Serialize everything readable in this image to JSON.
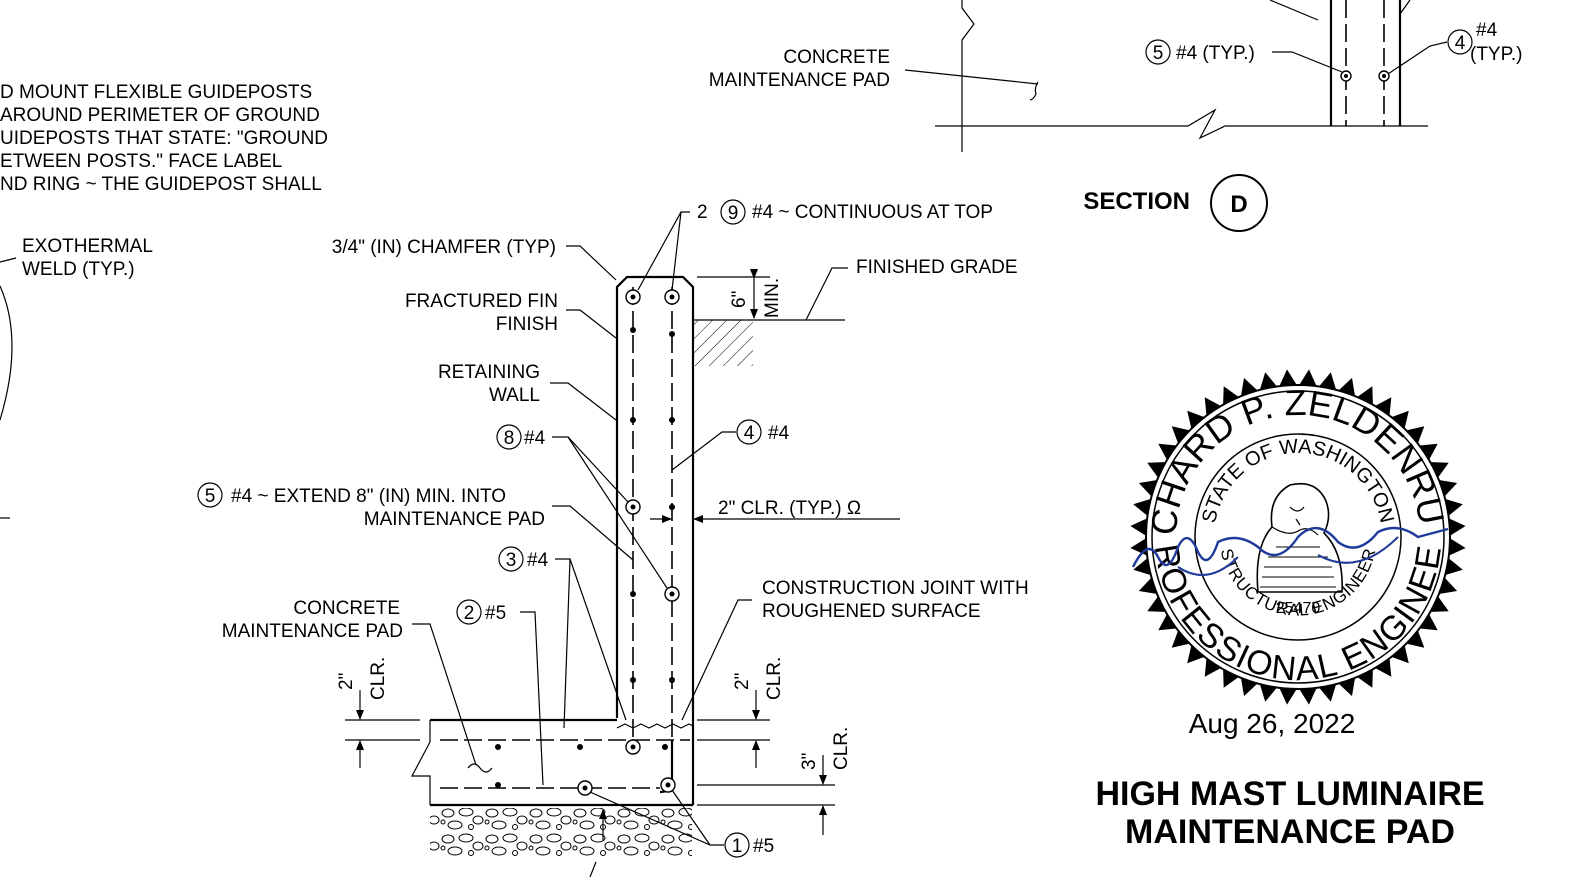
{
  "notes": {
    "guidepost_lines": [
      "D MOUNT FLEXIBLE GUIDEPOSTS",
      "AROUND PERIMETER OF GROUND",
      "UIDEPOSTS THAT STATE: \"GROUND",
      "ETWEEN POSTS.\"  FACE LABEL",
      "ND RING ~ THE GUIDEPOST SHALL"
    ],
    "exothermal_weld": [
      "EXOTHERMAL",
      "WELD (TYP.)"
    ]
  },
  "section_d": {
    "heading": "SECTION",
    "mark": "D",
    "concrete_pad": [
      "CONCRETE",
      "MAINTENANCE PAD"
    ],
    "bar5_num": "5",
    "bar5_text": "#4 (TYP.)",
    "bar4_num": "4",
    "bar4_text": [
      "#4",
      "(TYP.)"
    ]
  },
  "main": {
    "top_bars_prefix": "2",
    "top_bars_num": "9",
    "top_bars_text": "#4 ~ CONTINUOUS AT TOP",
    "chamfer": "3/4\" (IN) CHAMFER (TYP)",
    "finish": [
      "FRACTURED FIN",
      "FINISH"
    ],
    "finished_grade": "FINISHED GRADE",
    "six_in": "6\"",
    "min": "MIN.",
    "retaining_wall": [
      "RETAINING",
      "WALL"
    ],
    "bar8_num": "8",
    "bar8_text": "#4",
    "bar4_num": "4",
    "bar4_text": "#4",
    "bar5_num": "5",
    "bar5_text": [
      "#4  ~ EXTEND 8\" (IN) MIN. INTO",
      "MAINTENANCE PAD"
    ],
    "clr_typ": "2\" CLR. (TYP.)  Ω",
    "bar3_num": "3",
    "bar3_text": "#4",
    "construction_joint": [
      "CONSTRUCTION JOINT WITH",
      "ROUGHENED SURFACE"
    ],
    "concrete_pad": [
      "CONCRETE",
      "MAINTENANCE PAD"
    ],
    "bar2_num": "2",
    "bar2_text": "#5",
    "clr_left_dim": "2\"",
    "clr_left": "CLR.",
    "clr_right_dim": "2\"",
    "clr_right": "CLR.",
    "clr_bottom_dim": "3\"",
    "clr_bottom": "CLR.",
    "bar1_num": "1",
    "bar1_text": "#5"
  },
  "seal": {
    "name": "RICHARD P. ZELDENRUST",
    "state": "STATE OF WASHINGTON",
    "license": "25470",
    "discipline": "STRUCTURAL ENGINEER",
    "profession": "PROFESSIONAL ENGINEER",
    "date": "Aug 26, 2022"
  },
  "sheet_title": [
    "HIGH MAST LUMINAIRE",
    "MAINTENANCE PAD"
  ]
}
